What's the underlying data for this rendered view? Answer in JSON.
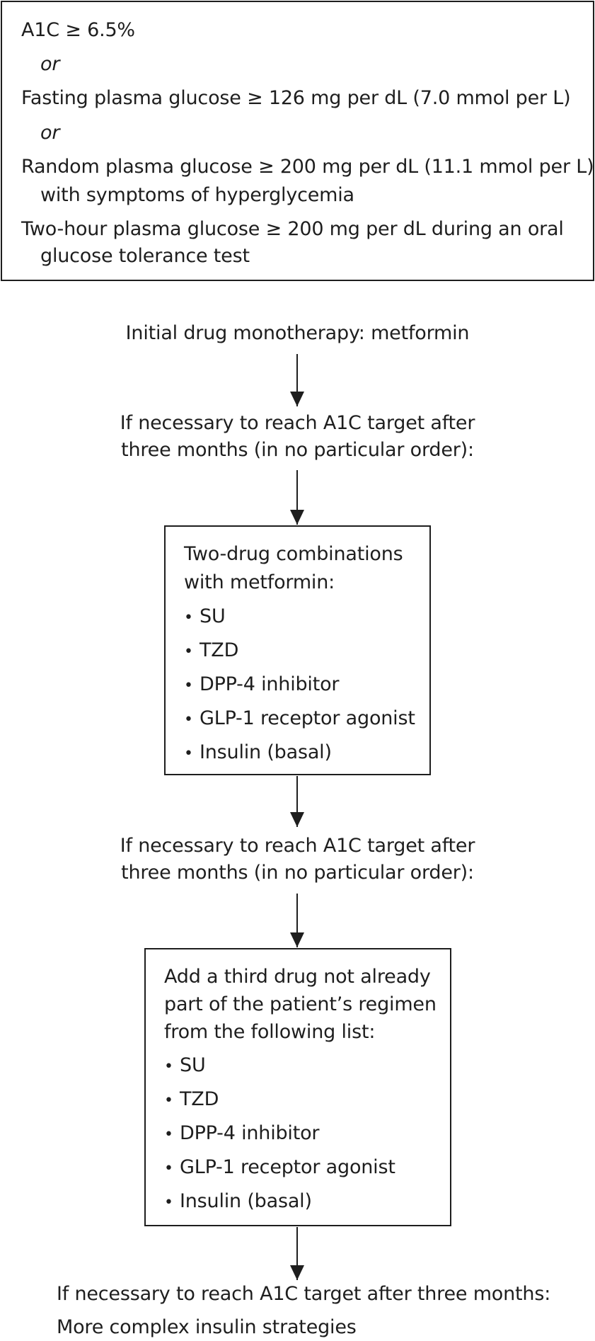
{
  "criteria": {
    "a1c": "A1C ≥ 6.5%",
    "or1": "or",
    "fasting": "Fasting plasma glucose ≥ 126 mg per dL (7.0 mmol per L)",
    "or2": "or",
    "random_line1": "Random plasma glucose ≥ 200 mg per dL (11.1 mmol per L)",
    "random_line2": "with symptoms of hyperglycemia",
    "twohour_line1": "Two-hour plasma glucose ≥ 200 mg per dL during an oral",
    "twohour_line2": "glucose tolerance test"
  },
  "flow": {
    "initial": "Initial drug monotherapy: metformin",
    "step1_line1": "If necessary to reach A1C target after",
    "step1_line2": "three months (in no particular order):",
    "two_drug": {
      "title_line1": "Two-drug combinations",
      "title_line2": "with metformin:",
      "items": [
        "SU",
        "TZD",
        "DPP-4 inhibitor",
        "GLP-1 receptor agonist",
        "Insulin (basal)"
      ]
    },
    "step2_line1": "If necessary to reach A1C target after",
    "step2_line2": "three months (in no particular order):",
    "third_drug": {
      "title_line1": "Add a third drug not already",
      "title_line2": "part of the patient’s regimen",
      "title_line3": "from the following list:",
      "items": [
        "SU",
        "TZD",
        "DPP-4 inhibitor",
        "GLP-1 receptor agonist",
        "Insulin (basal)"
      ]
    },
    "final_line1": "If necessary to reach A1C target after three months:",
    "final_line2": "More complex insulin strategies"
  },
  "bullet_char": "•"
}
